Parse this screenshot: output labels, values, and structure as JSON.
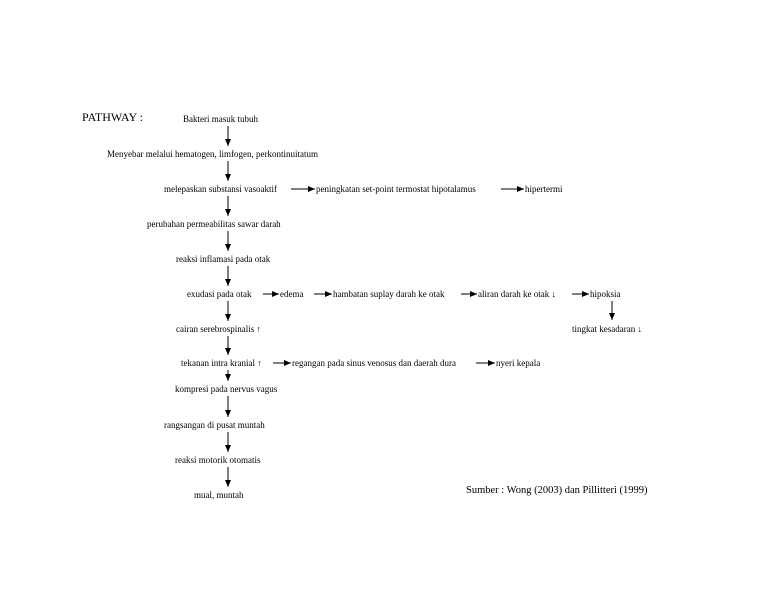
{
  "title": "PATHWAY :",
  "source": "Sumber : Wong (2003) dan Pillitteri (1999)",
  "nodes": {
    "n1": "Bakteri masuk tubuh",
    "n2": "Menyebar melalui hematogen, limfogen, perkontinuitatum",
    "n3": "melepaskan substansi vasoaktif",
    "n3a": "peningkatan set-point termostat hipotalamus",
    "n3b": "hipertermi",
    "n4": "perubahan permeabilitas sawar darah",
    "n5": "reaksi inflamasi pada otak",
    "n6": "exudasi pada otak",
    "n6a": "edema",
    "n6b": "hambatan suplay darah ke otak",
    "n6c": "aliran darah ke otak ↓",
    "n6d": "hipoksia",
    "n6e": "tingkat kesadaran ↓",
    "n7": "cairan serebrospinalis ↑",
    "n8": "tekanan intra kranial ↑",
    "n8a": "regangan pada  sinus venosus dan daerah dura",
    "n8b": "nyeri kepala",
    "n9": "kompresi pada nervus vagus",
    "n10": "rangsangan di pusat  muntah",
    "n11": "reaksi motorik otomatis",
    "n12": "mual, muntah"
  }
}
